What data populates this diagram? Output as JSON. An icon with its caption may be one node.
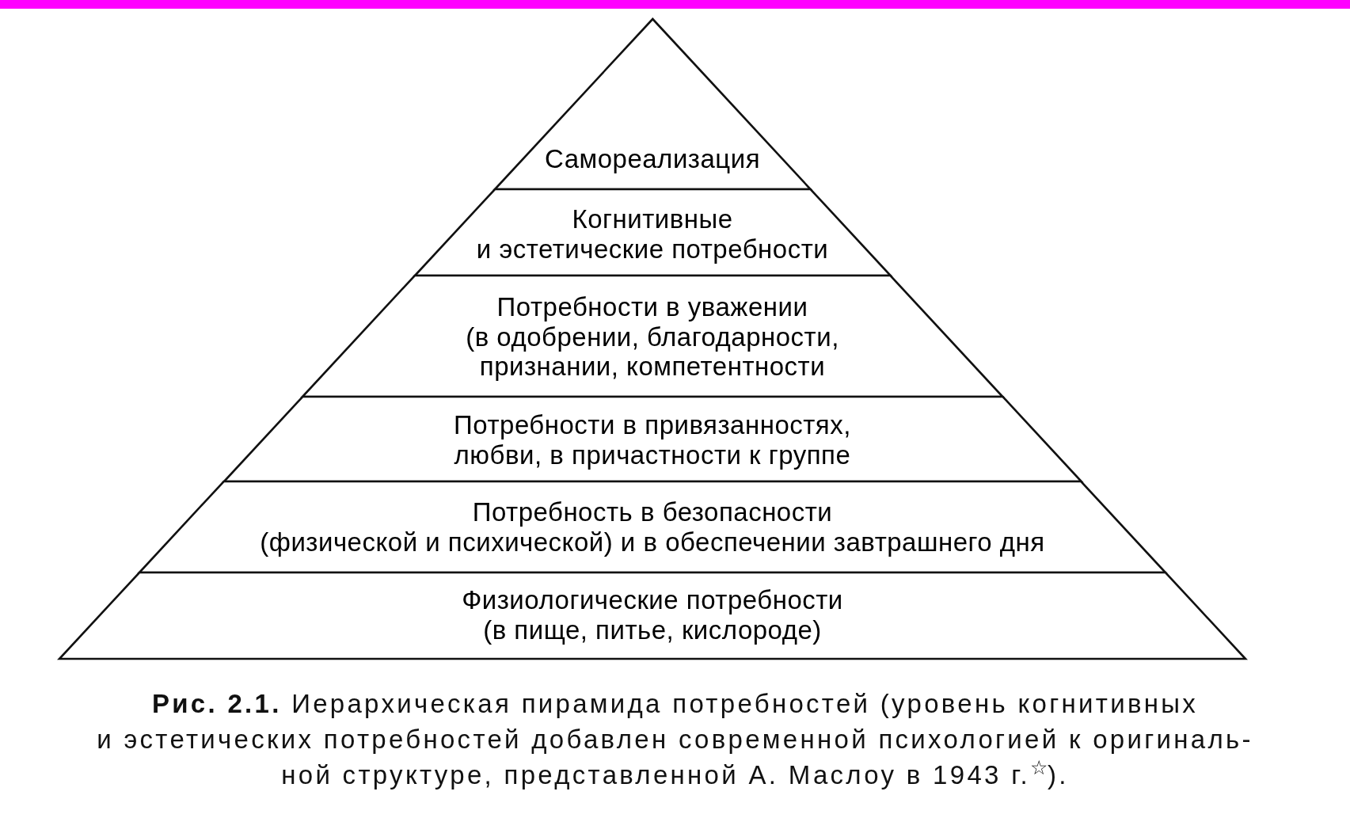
{
  "diagram": {
    "caption": "**Рис. 2.1.** Иерархическая пирамида потребностей (уровень когнитивных и эстетических потребностей добавлен современной психологией к оригиналь- ной структуре, представленной А. Маслоу в 1943 г.$^{☆}$).",
    "nodes": [
      {
        "text": [
          "Самореализация"
        ]
      },
      {
        "text": [
          "Когнитивные и эстетические потребности"
        ]
      },
      {
        "text": [
          "Потребности в уважении (в одобрении, благодарности, признании, компетентности"
        ]
      },
      {
        "text": [
          "Потребности в привязанностях, любви, в причастности к группе"
        ]
      },
      {
        "text": [
          "Потребность в безопасности (физической и психической) и в обеспечении завтрашнего дня"
        ]
      },
      {
        "text": [
          "Физиологические потребности (в пище, питье, кислороде)"
        ]
      }
    ]
  }
}
